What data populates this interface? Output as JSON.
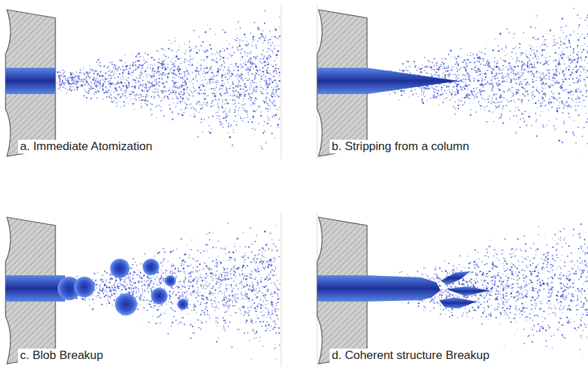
{
  "diagram": {
    "labels": [
      "a. Immediate Atomization",
      "b. Stripping from a column",
      "c. Blob Breakup",
      "d. Coherent structure Breakup"
    ]
  }
}
